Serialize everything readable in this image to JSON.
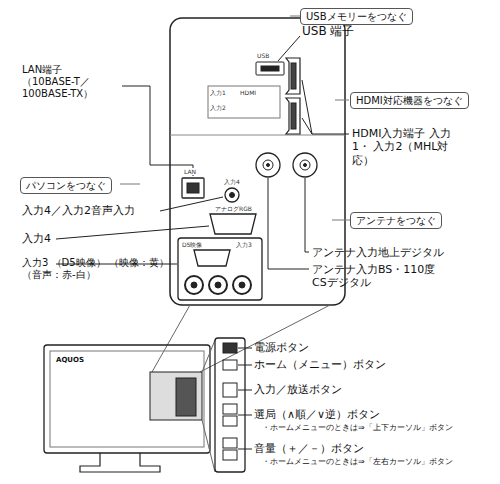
{
  "diagram": {
    "nodes": [
      {
        "text": [
          "USBメモリーをつなぐ"
        ]
      },
      {
        "text": [
          "HDMI対応機器をつなぐ"
        ]
      },
      {
        "text": [
          "パソコンをつなぐ"
        ]
      },
      {
        "text": [
          "アンテナをつなぐ"
        ]
      }
    ],
    "labels": [
      "USB 端子",
      "LAN端子 （10BASE-T／ 100BASE-TX）",
      "HDMI入力端子 入力1・ 入力2（MHL対応）",
      "入力4／入力2音声入力",
      "入力4",
      "入力3 （D5映像） （映像：黄）（音声：赤-白）",
      "アンテナ入力地上デジタル",
      "アンテナ入力BS・110度 CSデジタル",
      "電源ボタン",
      "ホーム（メニュー）ボタン",
      "入力／放送ボタン",
      "選局（∧順／∨逆）ボタン",
      "・ホームメニューのときは⇒「上下カーソル」ボタン",
      "音量（＋／－）ボタン",
      "・ホームメニューのときは⇒「左右カーソル」ボタン",
      "USB",
      "入力1",
      "入力2",
      "HDMI",
      "LAN",
      "入力4",
      "アナログRGB",
      "D5映像",
      "入力3",
      "AQUOS"
    ]
  }
}
